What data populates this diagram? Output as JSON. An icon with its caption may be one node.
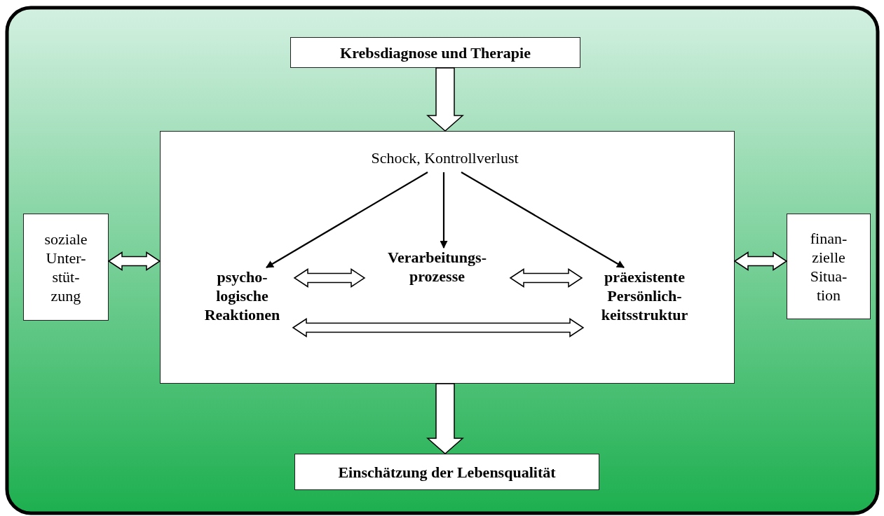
{
  "diagram": {
    "nodes": [
      {
        "text": [
          "Krebsdiagnose und Therapie"
        ]
      },
      {
        "text": [],
        "shape": "box"
      },
      {
        "text": [
          "Schock, Kontrollverlust"
        ],
        "in": 1
      },
      {
        "text": [
          "psycho- logische Reaktionen"
        ],
        "in": 1
      },
      {
        "text": [
          "Verarbeitungs- prozesse"
        ],
        "in": 1
      },
      {
        "text": [
          "präexistente Persönlich- keitsstruktur"
        ],
        "in": 1
      },
      {
        "text": [
          "soziale Unter- stüt- zung"
        ]
      },
      {
        "text": [
          "finan- zielle Situa- tion"
        ]
      },
      {
        "text": [
          "Einschätzung der Lebensqualität"
        ]
      }
    ],
    "edges": [
      {
        "from": 0,
        "to": 1,
        "arrow": "to",
        "style": "thick"
      },
      {
        "from": 2,
        "to": 3,
        "arrow": "to"
      },
      {
        "from": 2,
        "to": 4,
        "arrow": "to"
      },
      {
        "from": 2,
        "to": 5,
        "arrow": "to"
      },
      {
        "from": 3,
        "to": 4,
        "arrow": "both",
        "style": "thick"
      },
      {
        "from": 4,
        "to": 5,
        "arrow": "both",
        "style": "thick"
      },
      {
        "from": 3,
        "to": 5,
        "arrow": "both",
        "style": "thick"
      },
      {
        "from": 6,
        "to": 1,
        "arrow": "both",
        "style": "thick"
      },
      {
        "from": 1,
        "to": 7,
        "arrow": "both",
        "style": "thick"
      },
      {
        "from": 1,
        "to": 8,
        "arrow": "to",
        "style": "thick"
      }
    ]
  }
}
